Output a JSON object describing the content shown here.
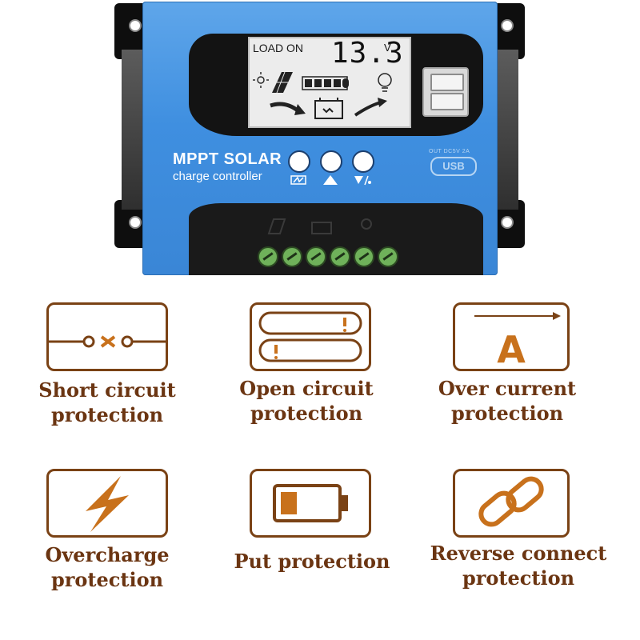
{
  "device": {
    "lcd_status": "LOAD ON",
    "lcd_voltage": "13.3",
    "lcd_unit": "V",
    "brand_title": "MPPT SOLAR",
    "brand_subtitle": "charge controller",
    "usb_output_label": "OUT DC5V 2A",
    "usb_logo": "USB",
    "buttons": [
      {
        "icon": "menu-icon"
      },
      {
        "icon": "up-arrow-icon"
      },
      {
        "icon": "down-load-icon"
      }
    ],
    "colors": {
      "body": "#3f8fe0",
      "panel": "#131313",
      "terminal": "#6fb15a"
    }
  },
  "features": [
    {
      "label_line1": "Short circuit",
      "label_line2": "protection",
      "icon": "short-circuit-icon"
    },
    {
      "label_line1": "Open circuit",
      "label_line2": "protection",
      "icon": "open-circuit-icon"
    },
    {
      "label_line1": "Over current",
      "label_line2": "protection",
      "icon": "over-current-icon"
    },
    {
      "label_line1": "Overcharge",
      "label_line2": "protection",
      "icon": "lightning-icon"
    },
    {
      "label_line1": "Put protection",
      "label_line2": "",
      "icon": "battery-icon"
    },
    {
      "label_line1": "Reverse connect",
      "label_line2": "protection",
      "icon": "chain-link-icon"
    }
  ],
  "theme": {
    "feature_color": "#7a4215",
    "accent": "#c8711c"
  }
}
